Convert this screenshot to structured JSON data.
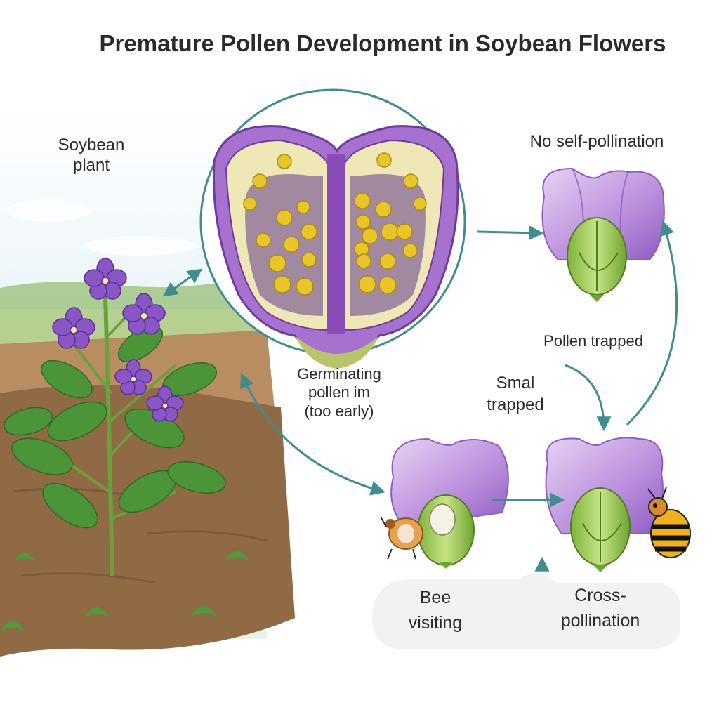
{
  "title": "Premature Pollen Development in Soybean Flowers",
  "labels": {
    "soybean_plant": [
      "Soybean",
      "plant"
    ],
    "germinating_pollen": [
      "Germinating",
      "pollen im",
      "(too early)"
    ],
    "no_self_pollination": "No self-pollination",
    "pollen_trapped": "Pollen trapped",
    "small_trapped": [
      "Smal",
      "trapped"
    ],
    "bee_visiting": [
      "Bee",
      "visiting"
    ],
    "cross_pollination": [
      "Cross-",
      "pollination"
    ]
  },
  "colors": {
    "arrow": "#3f8d8f",
    "petal": "#c9a6e3",
    "petal_dark": "#9b6cc7",
    "anther_outer": "#7b3fa3",
    "anther_wall": "#f0e7b8",
    "pollen": "#e8c62a",
    "leaf": "#4f9a3a",
    "sepal": "#9ccb55",
    "soil": "#9a7a55",
    "sky": "#dfeef7"
  },
  "icons": [
    "soybean-plant-illustration",
    "anther-cross-section",
    "closed-flower",
    "bee-icon"
  ]
}
